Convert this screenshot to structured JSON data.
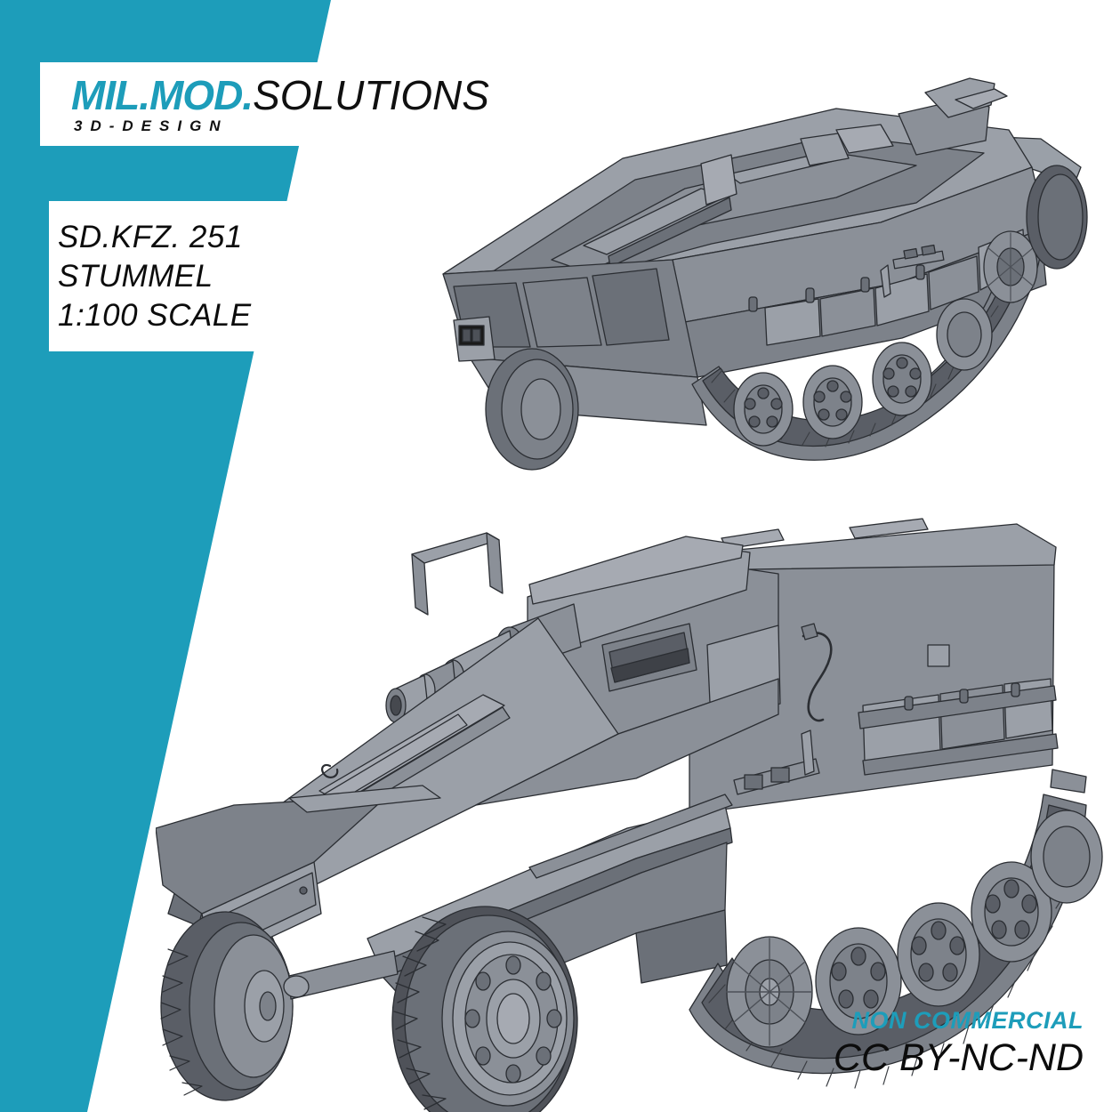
{
  "brand": {
    "logo_primary": "MIL.MOD.",
    "logo_secondary": "SOLUTIONS",
    "logo_tagline": "3D-DESIGN",
    "accent_color": "#1d9dba",
    "text_color": "#0c0c0c",
    "background_color": "#ffffff"
  },
  "product_info": {
    "line1": "SD.KFZ. 251",
    "line2": "STUMMEL",
    "line3": "1:100 SCALE"
  },
  "license": {
    "heading": "NON COMMERCIAL",
    "code": "CC BY-NC-ND"
  },
  "renders": {
    "top": {
      "name": "sdkfz-251-rear-three-quarter-render",
      "description": "Sd.Kfz. 251 Stummel halftrack, rear three-quarter view",
      "shading": {
        "light": "#a6aab2",
        "mid": "#8b9098",
        "dark": "#6b7078",
        "darker": "#53575e",
        "outline": "#2b2e33"
      }
    },
    "bottom": {
      "name": "sdkfz-251-front-three-quarter-render",
      "description": "Sd.Kfz. 251 Stummel halftrack, front three-quarter view with 7.5cm short gun",
      "shading": {
        "light": "#a6aab2",
        "mid": "#8b9098",
        "dark": "#6b7078",
        "darker": "#53575e",
        "outline": "#2b2e33"
      }
    }
  }
}
